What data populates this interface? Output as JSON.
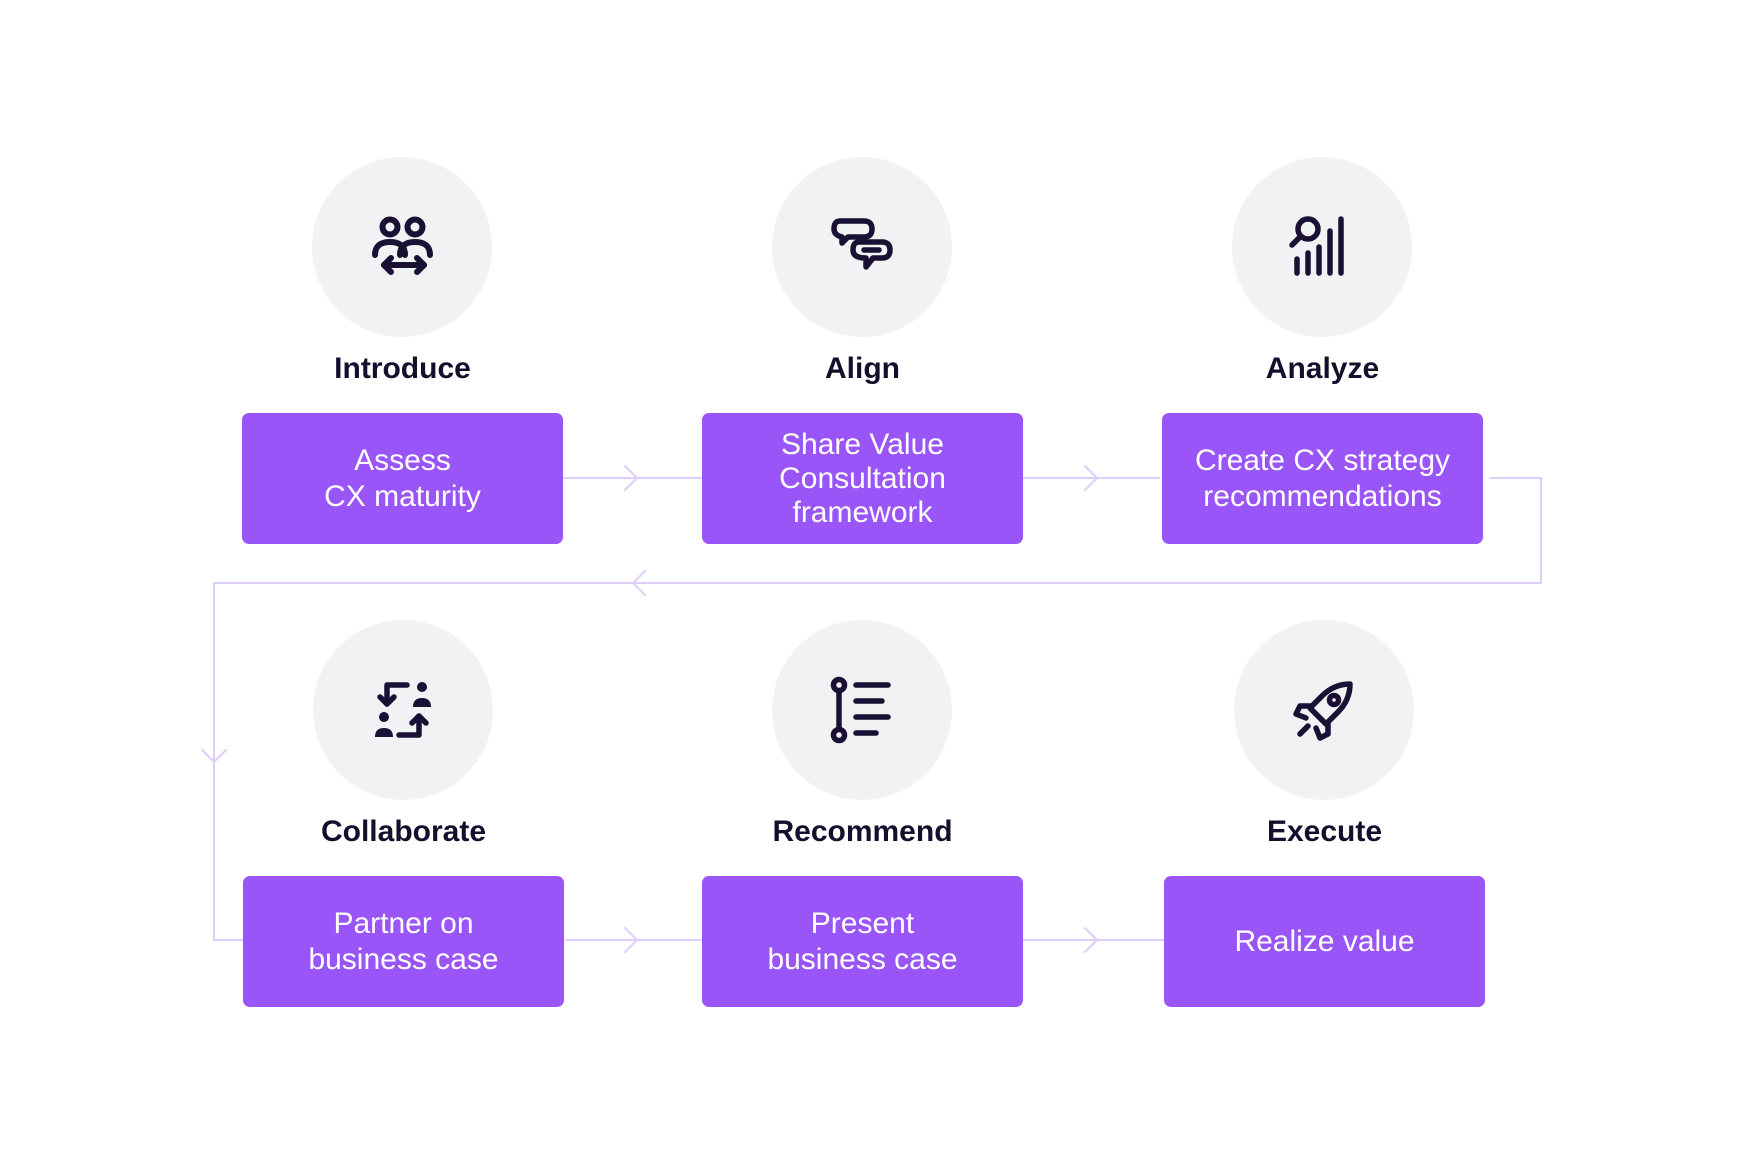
{
  "colors": {
    "box": "#9a55f8",
    "circle": "#f1f2f3",
    "icon": "#1a1033",
    "title": "#140f2d",
    "connector": "#ddcefa"
  },
  "steps": [
    {
      "title": "Introduce",
      "box_text": "Assess\nCX maturity",
      "icon": "people-exchange-icon"
    },
    {
      "title": "Align",
      "box_text": "Share Value\nConsultation\nframework",
      "icon": "chat-bubbles-icon"
    },
    {
      "title": "Analyze",
      "box_text": "Create CX strategy\nrecommendations",
      "icon": "search-chart-icon"
    },
    {
      "title": "Collaborate",
      "box_text": "Partner on\nbusiness case",
      "icon": "people-swap-icon"
    },
    {
      "title": "Recommend",
      "box_text": "Present\nbusiness case",
      "icon": "checklist-icon"
    },
    {
      "title": "Execute",
      "box_text": "Realize value",
      "icon": "rocket-icon"
    }
  ]
}
